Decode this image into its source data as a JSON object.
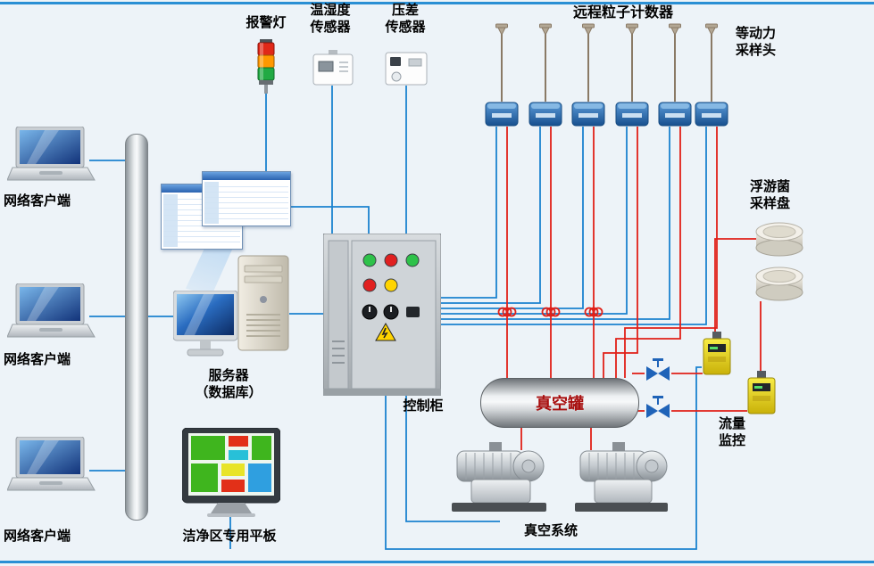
{
  "labels": {
    "alarm_light": "报警灯",
    "temp_humidity_sensor": [
      "温湿度",
      "传感器"
    ],
    "pressure_sensor": [
      "压差",
      "传感器"
    ],
    "remote_particle_counter": "远程粒子计数器",
    "isokinetic_sampling_head": [
      "等动力",
      "采样头"
    ],
    "airborne_bacteria_sampler": [
      "浮游菌",
      "采样盘"
    ],
    "network_clients": [
      "网络客户端",
      "网络客户端",
      "网络客户端"
    ],
    "server": [
      "服务器",
      "（数据库）"
    ],
    "control_cabinet": "控制柜",
    "vacuum_tank": "真空罐",
    "flow_monitoring": [
      "流量",
      "监控"
    ],
    "vacuum_system": "真空系统",
    "cleanroom_tablet": "洁净区专用平板"
  },
  "colors": {
    "background": "#edf3f8",
    "border_line": "#2a8fd4",
    "network_line_blue": "#1b82cf",
    "vacuum_line_red": "#e02018",
    "particle_counter_body": "#2e74c0",
    "flow_monitor_body": "#ecd81c",
    "valve_blue": "#1f63b8",
    "tank_label_red": "#a80f0f",
    "label_text": "#000000"
  }
}
